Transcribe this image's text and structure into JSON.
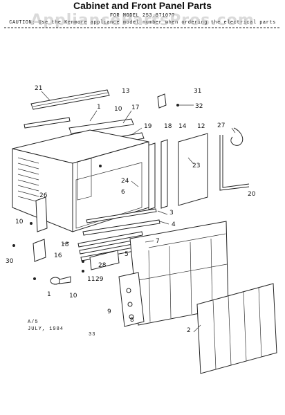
{
  "header": {
    "title": "Cabinet and Front Panel Parts",
    "model_line": "FOR MODEL 253.8710??",
    "caution_line": "CAUTION: Use the Kenmore appliance model number when ordering the electrical parts"
  },
  "watermark": {
    "text": "AppliancePartsPros.com"
  },
  "footer": {
    "code": "A/5",
    "date": "JULY, 1984",
    "page": "33"
  },
  "diagram": {
    "callouts": [
      "21",
      "13",
      "31",
      "1",
      "10",
      "17",
      "32",
      "19",
      "18",
      "14",
      "12",
      "27",
      "6",
      "23",
      "24",
      "26",
      "20",
      "3",
      "4",
      "10",
      "7",
      "18",
      "5",
      "28",
      "30",
      "16",
      "11",
      "29",
      "1",
      "10",
      "9",
      "8",
      "2"
    ]
  }
}
